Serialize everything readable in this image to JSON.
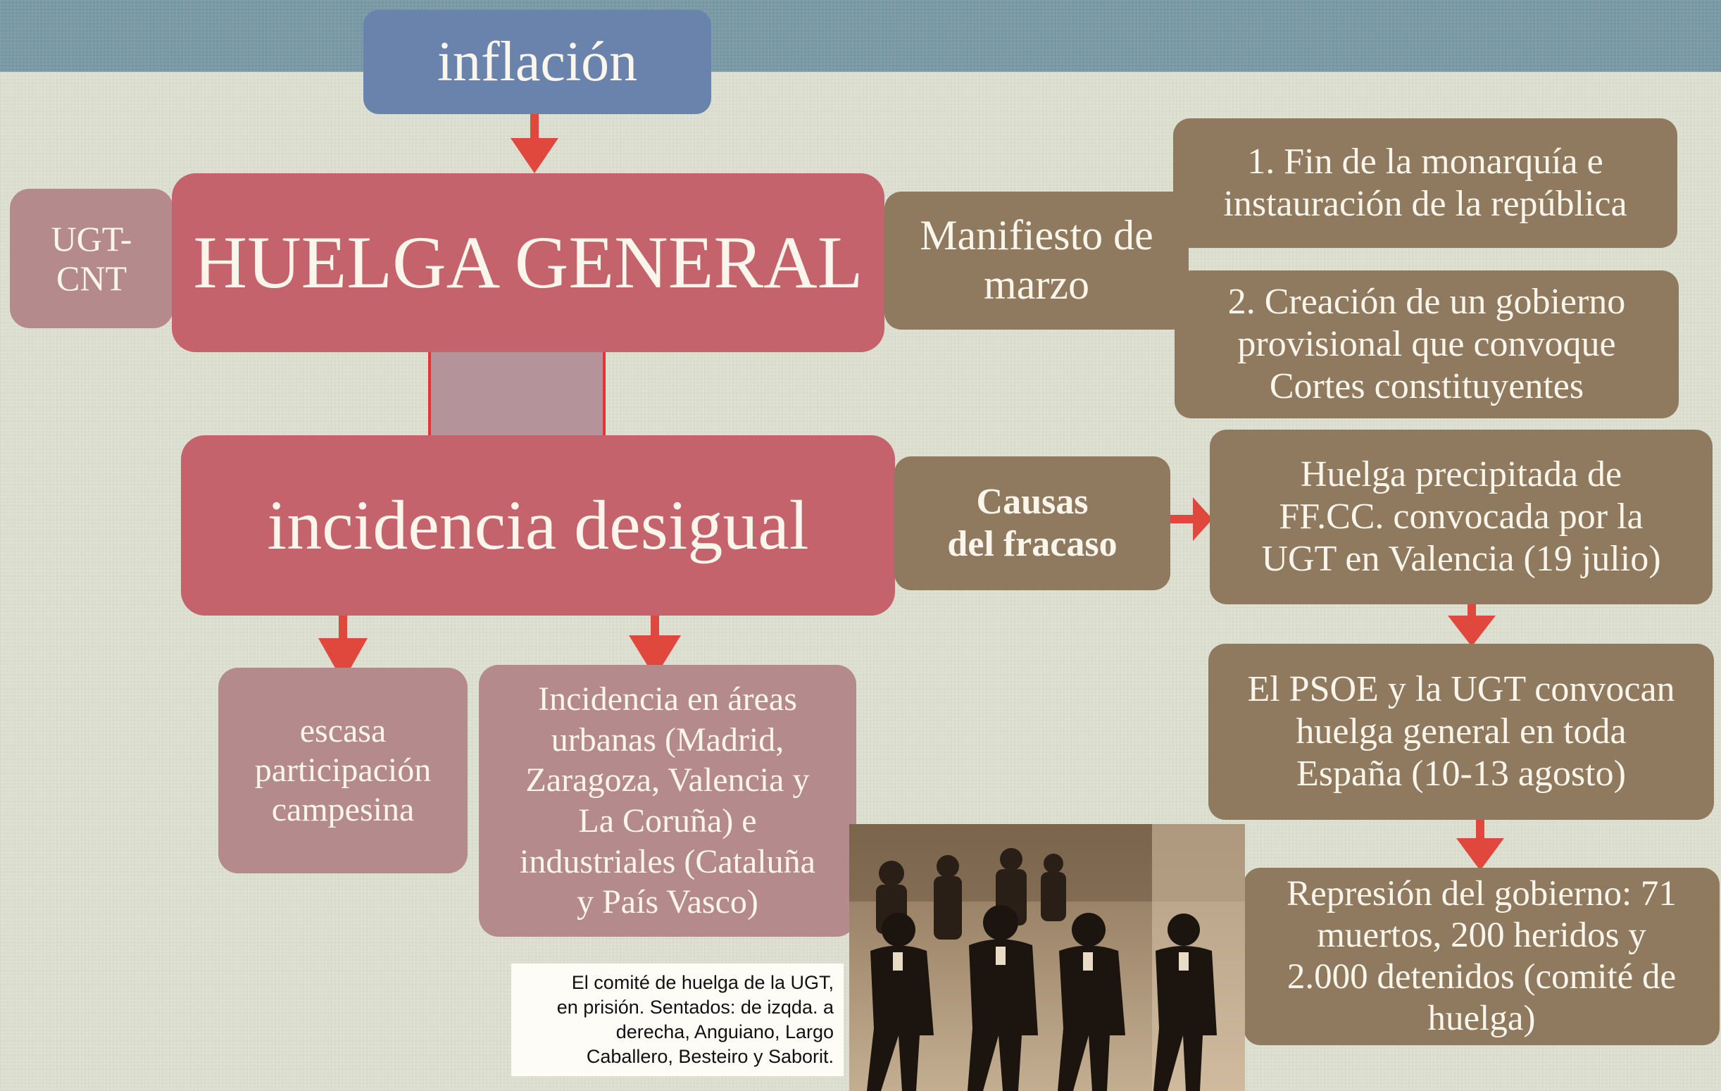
{
  "nodes": {
    "inflacion": "inflación",
    "huelga_general": "HUELGA GENERAL",
    "ugt_cnt": "UGT-\nCNT",
    "incidencia_desigual": "incidencia desigual",
    "escasa": "escasa\nparticipación\ncampesina",
    "incidencia_areas": "Incidencia en áreas\nurbanas (Madrid,\nZaragoza, Valencia y\nLa Coruña) e\nindustriales (Cataluña\ny País Vasco)",
    "manifiesto": "Manifiesto de\nmarzo",
    "fin_monarquia": "1. Fin de la monarquía e\ninstauración de la república",
    "gobierno_provisional": "2.  Creación de un gobierno\nprovisional que convoque\nCortes constituyentes",
    "causas": "Causas\ndel fracaso",
    "huelga_precipitada": "Huelga precipitada de\nFF.CC. convocada por la\nUGT en Valencia (19 julio)",
    "psoe_ugt": "El PSOE y la UGT convocan\nhuelga general en toda\nEspaña (10-13 agosto)",
    "represion": "Represión del gobierno:  71\nmuertos, 200 heridos y\n2.000 detenidos (comité de\nhuelga)"
  },
  "photo_caption": "El comité de huelga  de la UGT,\nen prisión. Sentados: de izqda. a\nderecha, Anguiano,  Largo\nCaballero, Besteiro y Saborit.",
  "colors": {
    "blue_box": "#6a83ad",
    "red_box": "#c4636b",
    "rose_box": "#b58a8c",
    "brown_box": "#8f7a60",
    "arrow": "#e0473d",
    "background": "#dfe2d2",
    "top_band": "#7596a2"
  }
}
